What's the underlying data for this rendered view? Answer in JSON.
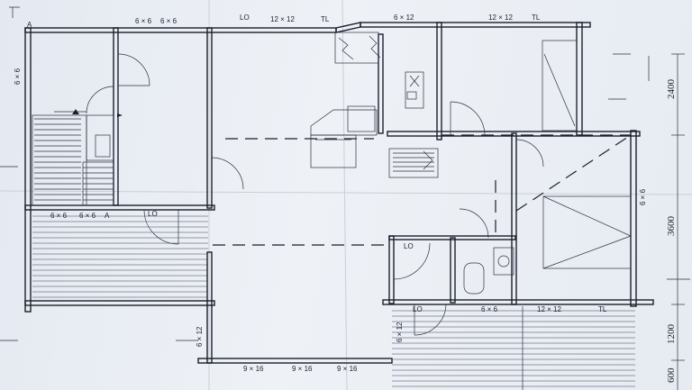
{
  "plan": {
    "labels": {
      "top_6x6_a": "6 × 6",
      "top_6x6_b": "6 × 6",
      "top_lo": "LO",
      "top_12x12_a": "12 × 12",
      "top_tl_a": "TL",
      "top_6x12": "6 × 12",
      "top_12x12_b": "12 × 12",
      "top_tl_b": "TL",
      "left_6x6": "6 × 6",
      "mark_a_top": "A",
      "mid_6x6_a": "6 × 6",
      "mid_6x6_b": "6 × 6",
      "mark_a_mid": "A",
      "mid_lo": "LO",
      "bath_lo": "LO",
      "right_6x6": "6 × 6",
      "lower_lo": "LO",
      "lower_6x6": "6 × 6",
      "lower_12x12": "12 × 12",
      "lower_tl": "TL",
      "left_6x12": "6 × 12",
      "bath_6x12": "6 × 12",
      "bottom_9x16_a": "9 × 16",
      "bottom_9x16_b": "9 × 16",
      "bottom_9x16_c": "9 × 16"
    },
    "dimensions": {
      "d2400": "2400",
      "d3600": "3600",
      "d1200": "1200",
      "d600": "600"
    }
  }
}
